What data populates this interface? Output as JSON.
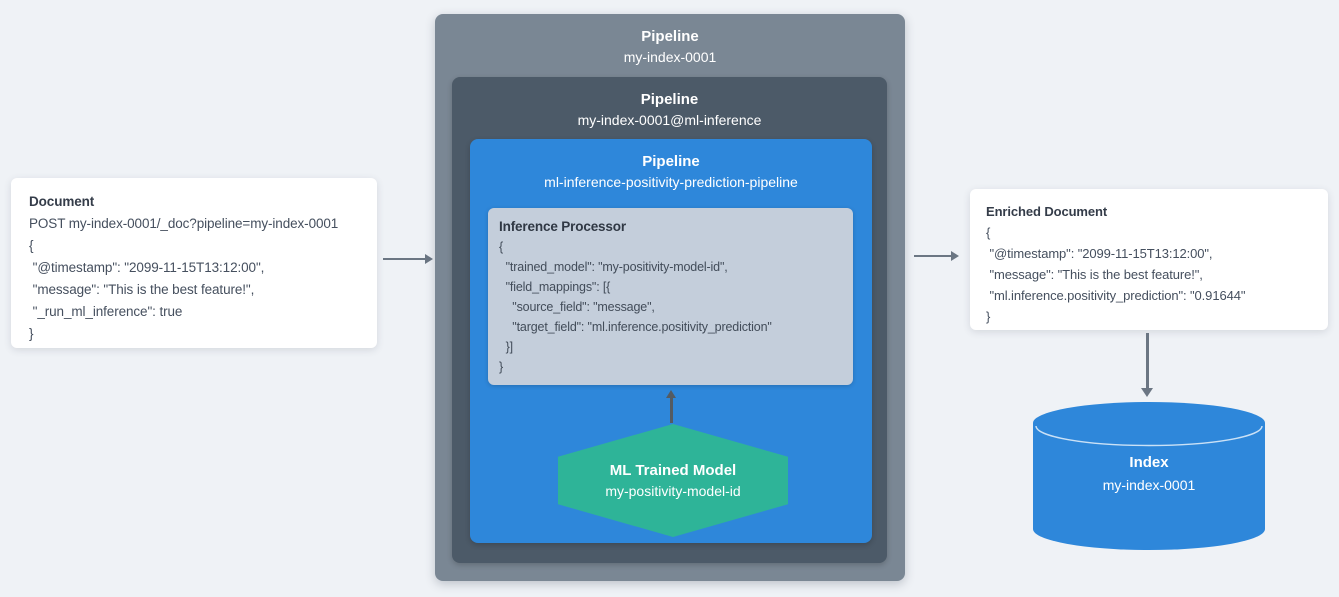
{
  "colors": {
    "background": "#eff2f6",
    "pipeline_outer": "#7a8794",
    "pipeline_mid": "#4c5a68",
    "pipeline_inner": "#2e87da",
    "processor_bg": "#c4cedb",
    "model_hexagon": "#2eb498",
    "index_cylinder": "#2e87da",
    "arrow": "#6b7683"
  },
  "document_box": {
    "title": "Document",
    "lines": [
      "POST my-index-0001/_doc?pipeline=my-index-0001",
      "{",
      " \"@timestamp\": \"2099-11-15T13:12:00\",",
      " \"message\": \"This is the best feature!\",",
      " \"_run_ml_inference\": true",
      "}"
    ]
  },
  "pipelines": {
    "outer": {
      "label": "Pipeline",
      "name": "my-index-0001"
    },
    "mid": {
      "label": "Pipeline",
      "name": "my-index-0001@ml-inference"
    },
    "inner": {
      "label": "Pipeline",
      "name": "ml-inference-positivity-prediction-pipeline"
    }
  },
  "inference_processor": {
    "title": "Inference Processor",
    "lines": [
      "{",
      "  \"trained_model\": \"my-positivity-model-id\",",
      "  \"field_mappings\": [{",
      "    \"source_field\": \"message\",",
      "    \"target_field\": \"ml.inference.positivity_prediction\"",
      "  }]",
      "}"
    ]
  },
  "ml_model": {
    "title": "ML Trained Model",
    "name": "my-positivity-model-id"
  },
  "enriched_document_box": {
    "title": "Enriched Document",
    "lines": [
      "{",
      " \"@timestamp\": \"2099-11-15T13:12:00\",",
      " \"message\": \"This is the best feature!\",",
      " \"ml.inference.positivity_prediction\": \"0.91644\"",
      "}"
    ]
  },
  "index": {
    "label": "Index",
    "name": "my-index-0001"
  }
}
